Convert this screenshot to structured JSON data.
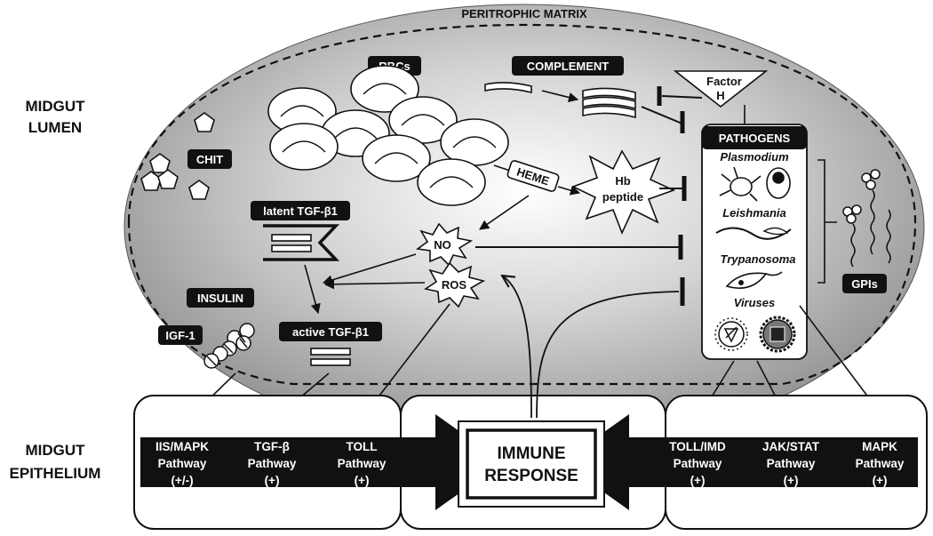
{
  "regions": {
    "lumen_line1": "MIDGUT",
    "lumen_line2": "LUMEN",
    "epithelium_line1": "MIDGUT",
    "epithelium_line2": "EPITHELIUM"
  },
  "matrix_label": "PERITROPHIC MATRIX",
  "labels": {
    "rbcs": "RBCs",
    "complement": "COMPLEMENT",
    "factor_line1": "Factor",
    "factor_line2": "H",
    "chit": "CHIT",
    "heme": "HEME",
    "hb_line1": "Hb",
    "hb_line2": "peptide",
    "latent_tgf": "latent TGF-β1",
    "no": "NO",
    "ros": "ROS",
    "insulin": "INSULIN",
    "igf": "IGF-1",
    "active_tgf": "active TGF-β1",
    "gpis": "GPIs"
  },
  "pathogens": {
    "title": "PATHOGENS",
    "items": [
      "Plasmodium",
      "Leishmania",
      "Trypanosoma",
      "Viruses"
    ]
  },
  "pathways_left": [
    {
      "line1": "IIS/MAPK",
      "line2": "Pathway",
      "sign": "(+/-)"
    },
    {
      "line1": "TGF-β",
      "line2": "Pathway",
      "sign": "(+)"
    },
    {
      "line1": "TOLL",
      "line2": "Pathway",
      "sign": "(+)"
    }
  ],
  "pathways_right": [
    {
      "line1": "TOLL/IMD",
      "line2": "Pathway",
      "sign": "(+)"
    },
    {
      "line1": "JAK/STAT",
      "line2": "Pathway",
      "sign": "(+)"
    },
    {
      "line1": "MAPK",
      "line2": "Pathway",
      "sign": "(+)"
    }
  ],
  "immune_response": {
    "line1": "IMMUNE",
    "line2": "RESPONSE"
  }
}
